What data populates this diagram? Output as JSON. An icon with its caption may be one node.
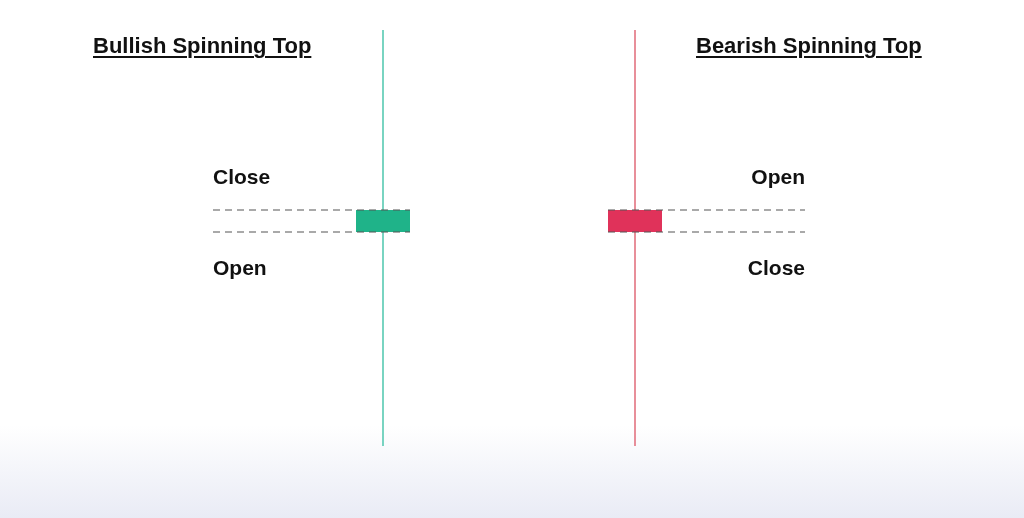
{
  "diagram": {
    "labels": [
      "Bullish Spinning Top",
      "Bearish Spinning Top",
      "Close",
      "Open",
      "Open",
      "Close"
    ]
  }
}
